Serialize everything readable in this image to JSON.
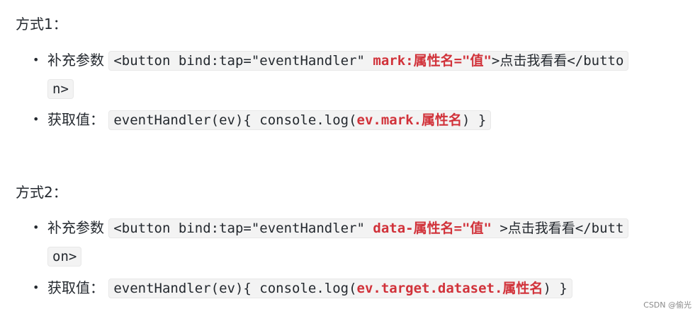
{
  "section1": {
    "heading": "方式1：",
    "item1": {
      "label": "补充参数",
      "code_pre": "<button bind:tap=\"eventHandler\" ",
      "code_hl": "mark:属性名=\"值\"",
      "code_post_line1": ">点击我看看</butto",
      "code_line2": "n>"
    },
    "item2": {
      "label": "获取值：",
      "code_pre": "eventHandler(ev){ console.log(",
      "code_hl": "ev.mark.属性名",
      "code_post": ") }"
    }
  },
  "section2": {
    "heading": "方式2：",
    "item1": {
      "label": "补充参数",
      "code_pre": "<button bind:tap=\"eventHandler\" ",
      "code_hl": "data-属性名=\"值\"",
      "code_post_line1": " >点击我看看</butt",
      "code_line2": "on>"
    },
    "item2": {
      "label": "获取值：",
      "code_pre": "eventHandler(ev){ console.log(",
      "code_hl": "ev.target.dataset.属性名",
      "code_post": ") }"
    }
  },
  "watermark": "CSDN @偷光",
  "bullet": "•"
}
